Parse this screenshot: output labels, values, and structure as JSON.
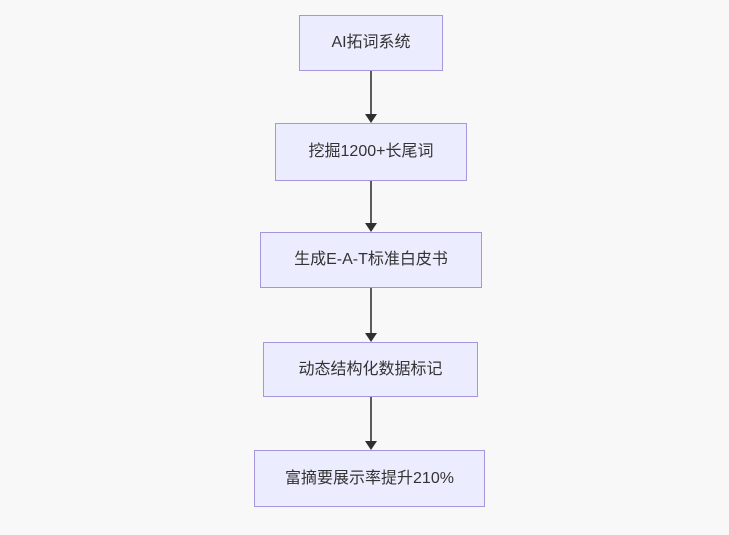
{
  "flowchart": {
    "type": "flowchart-top-down",
    "direction": "TD",
    "nodes": [
      {
        "id": "node-1",
        "label": "AI拓词系统"
      },
      {
        "id": "node-2",
        "label": "挖掘1200+长尾词"
      },
      {
        "id": "node-3",
        "label": "生成E-A-T标准白皮书"
      },
      {
        "id": "node-4",
        "label": "动态结构化数据标记"
      },
      {
        "id": "node-5",
        "label": "富摘要展示率提升210%"
      }
    ],
    "edges": [
      {
        "from": "node-1",
        "to": "node-2",
        "style": "arrow-down"
      },
      {
        "from": "node-2",
        "to": "node-3",
        "style": "arrow-down"
      },
      {
        "from": "node-3",
        "to": "node-4",
        "style": "arrow-down"
      },
      {
        "from": "node-4",
        "to": "node-5",
        "style": "arrow-down"
      }
    ],
    "colors": {
      "background": "#f8f8f8",
      "node_fill": "#ECECFF",
      "node_border": "#9370DB",
      "node_text": "#333333",
      "edge_line": "#5c5c5c",
      "edge_arrowhead": "#2f2f2f"
    }
  }
}
